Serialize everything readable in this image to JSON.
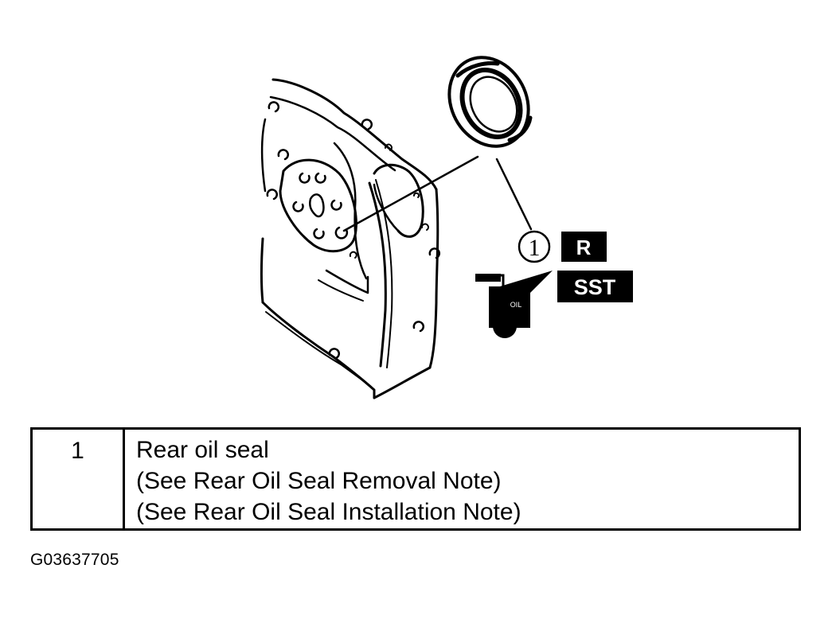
{
  "illustration": {
    "callout_number": "1",
    "tag_replace": "R",
    "tag_special_tool": "SST",
    "oil_can_label": "OIL",
    "colors": {
      "ink": "#000000",
      "paper": "#ffffff"
    }
  },
  "legend": {
    "rows": [
      {
        "number": "1",
        "name": "Rear oil seal",
        "notes": [
          "(See Rear Oil Seal Removal Note)",
          "(See Rear Oil Seal Installation Note)"
        ]
      }
    ]
  },
  "figure_code": "G03637705"
}
